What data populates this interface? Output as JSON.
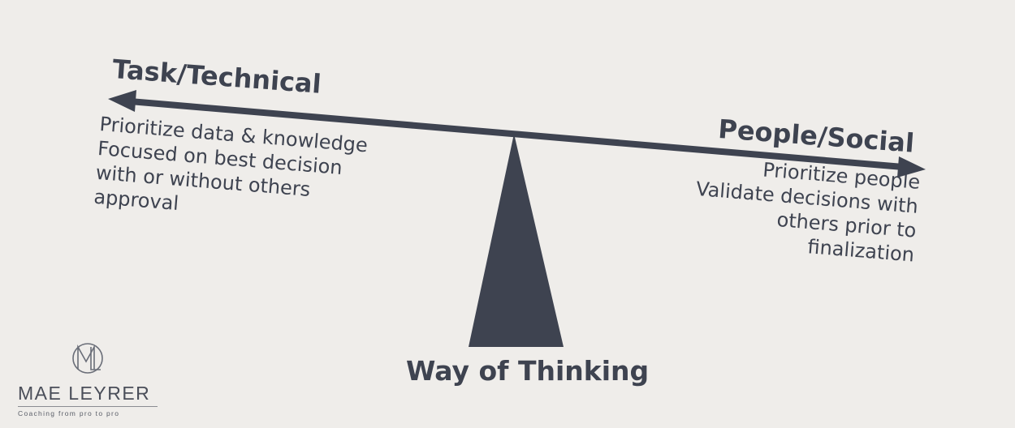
{
  "colors": {
    "background": "#efedea",
    "ink": "#3e4350"
  },
  "left": {
    "title": "Task/Technical",
    "lines": [
      "Prioritize data &  knowledge",
      "Focused on best decision",
      "with or without others",
      "approval"
    ]
  },
  "right": {
    "title": "People/Social",
    "lines": [
      "Prioritize people",
      "Validate decisions with",
      "others prior to",
      "finalization"
    ]
  },
  "caption": "Way of Thinking",
  "logo": {
    "monogram": "ML",
    "name": "MAE LEYRER",
    "tagline": "Coaching from pro to pro"
  }
}
